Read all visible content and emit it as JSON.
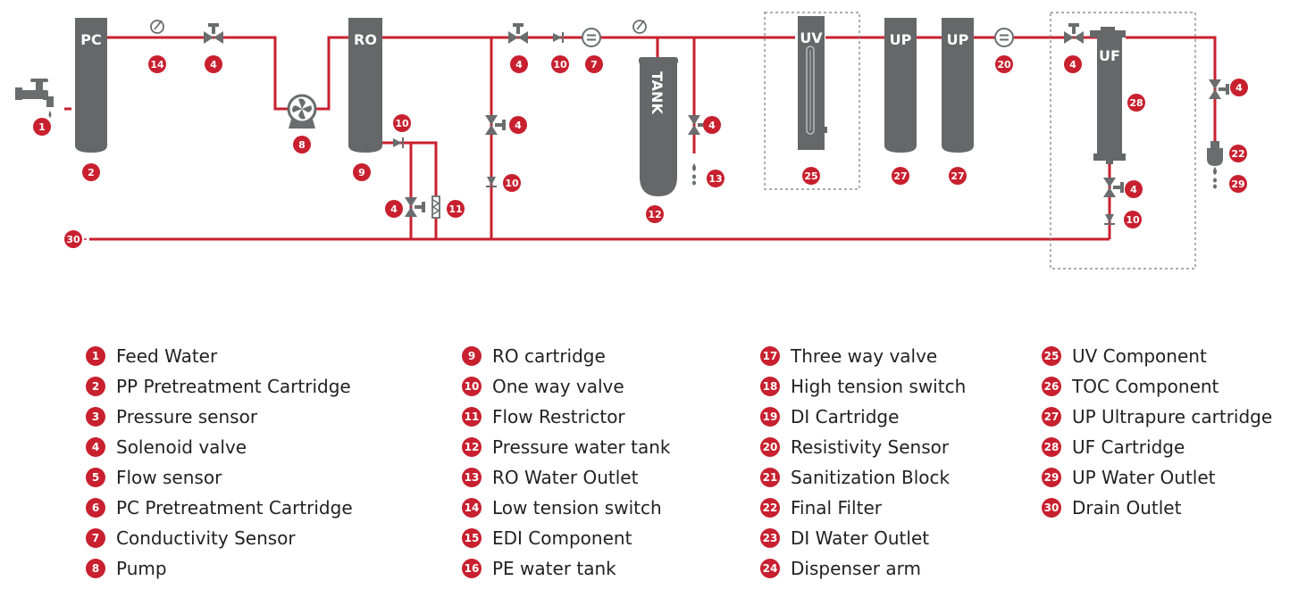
{
  "colors": {
    "pipe": "#c8202f",
    "cartridge": "#656769",
    "component": "#6a6c6e",
    "box": "#7a7a7a",
    "text": "#222222"
  },
  "diagram": {
    "cartridge_labels": {
      "pc": "PC",
      "ro": "RO",
      "tank": "TANK",
      "uv": "UV",
      "up1": "UP",
      "up2": "UP",
      "uf": "UF"
    },
    "icons": [
      "tap-icon",
      "pump-icon",
      "pressure-gauge-icon",
      "solenoid-valve-icon",
      "one-way-valve-icon",
      "flow-restrictor-icon",
      "conductivity-sensor-icon",
      "resistivity-sensor-icon",
      "water-drop-icon",
      "final-filter-icon"
    ],
    "markers": {
      "feed": "1",
      "pp": "2",
      "gauge_lts": "14",
      "valve_after_pc": "4",
      "pump": "8",
      "ro": "9",
      "owv_ro_drain": "10",
      "valve_ro_drain": "4",
      "restrictor": "11",
      "valve_top_mid": "4",
      "owv_top": "10",
      "cond_sensor": "7",
      "valve_bypass": "4",
      "owv_bypass": "10",
      "tank": "12",
      "valve_ro_out": "4",
      "ro_outlet": "13",
      "uv": "25",
      "up1": "27",
      "up2": "27",
      "resistivity": "20",
      "valve_before_uf": "4",
      "uf": "28",
      "valve_uf_drain": "4",
      "owv_uf_drain": "10",
      "valve_up_out": "4",
      "final_filter": "22",
      "up_outlet": "29",
      "drain": "30"
    }
  },
  "legend": {
    "col1": [
      {
        "num": "1",
        "text": "Feed Water"
      },
      {
        "num": "2",
        "text": "PP Pretreatment Cartridge"
      },
      {
        "num": "3",
        "text": "Pressure sensor"
      },
      {
        "num": "4",
        "text": "Solenoid valve"
      },
      {
        "num": "5",
        "text": "Flow sensor"
      },
      {
        "num": "6",
        "text": "PC Pretreatment Cartridge"
      },
      {
        "num": "7",
        "text": "Conductivity Sensor"
      },
      {
        "num": "8",
        "text": "Pump"
      }
    ],
    "col2": [
      {
        "num": "9",
        "text": "RO cartridge"
      },
      {
        "num": "10",
        "text": "One way valve"
      },
      {
        "num": "11",
        "text": "Flow Restrictor"
      },
      {
        "num": "12",
        "text": "Pressure water tank"
      },
      {
        "num": "13",
        "text": "RO Water Outlet"
      },
      {
        "num": "14",
        "text": "Low tension switch"
      },
      {
        "num": "15",
        "text": "EDI Component"
      },
      {
        "num": "16",
        "text": "PE water tank"
      }
    ],
    "col3": [
      {
        "num": "17",
        "text": "Three way valve"
      },
      {
        "num": "18",
        "text": "High tension switch"
      },
      {
        "num": "19",
        "text": "DI Cartridge"
      },
      {
        "num": "20",
        "text": "Resistivity Sensor"
      },
      {
        "num": "21",
        "text": "Sanitization Block"
      },
      {
        "num": "22",
        "text": "Final Filter"
      },
      {
        "num": "23",
        "text": "DI Water Outlet"
      },
      {
        "num": "24",
        "text": "Dispenser arm"
      }
    ],
    "col4": [
      {
        "num": "25",
        "text": "UV Component"
      },
      {
        "num": "26",
        "text": "TOC Component"
      },
      {
        "num": "27",
        "text": "UP Ultrapure cartridge"
      },
      {
        "num": "28",
        "text": "UF Cartridge"
      },
      {
        "num": "29",
        "text": "UP Water Outlet"
      },
      {
        "num": "30",
        "text": "Drain Outlet"
      }
    ]
  }
}
